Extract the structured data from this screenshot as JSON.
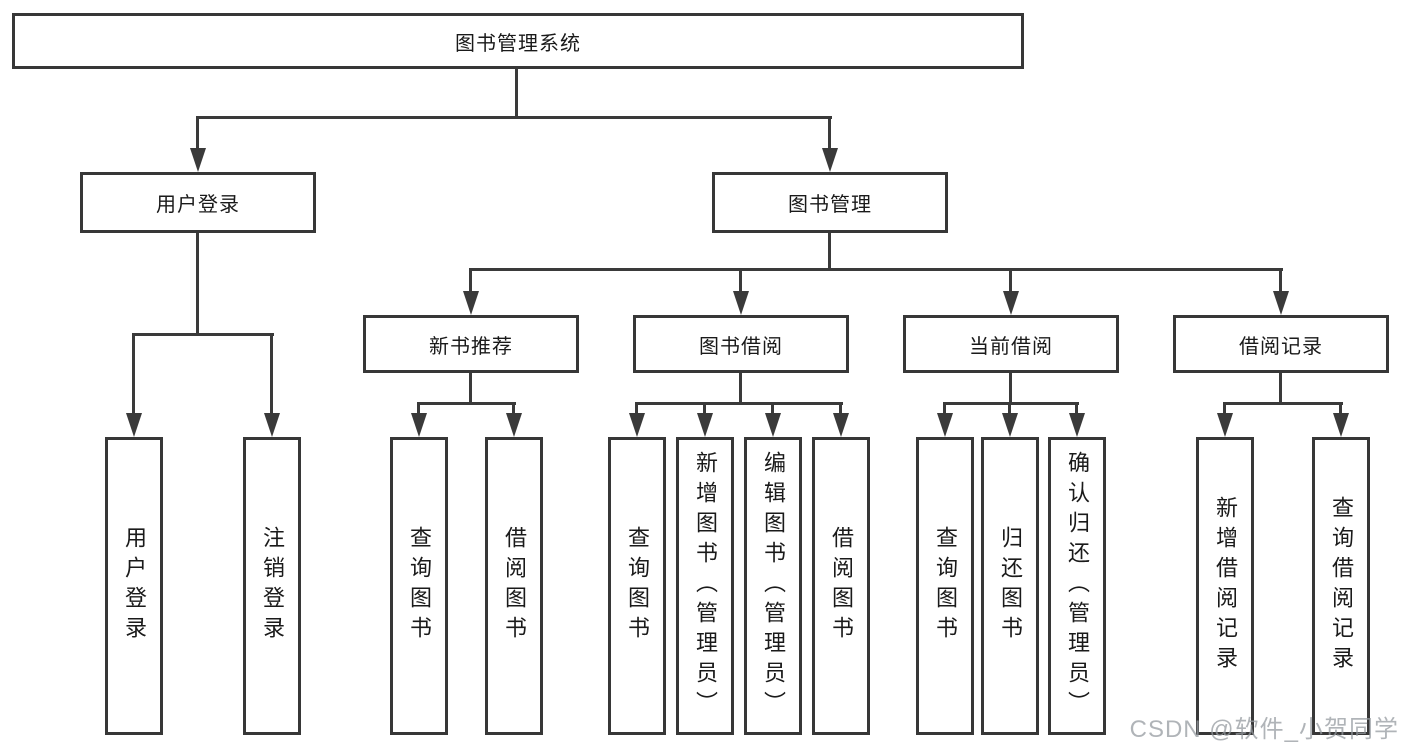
{
  "diagram": {
    "root": {
      "label": "图书管理系统"
    },
    "level2": {
      "user_login": {
        "label": "用户登录"
      },
      "book_management": {
        "label": "图书管理"
      }
    },
    "level3": {
      "new_book_recommend": {
        "label": "新书推荐"
      },
      "book_borrow": {
        "label": "图书借阅"
      },
      "current_borrow": {
        "label": "当前借阅"
      },
      "borrow_records": {
        "label": "借阅记录"
      }
    },
    "leaves": {
      "user_login": [
        "用户登录",
        "注销登录"
      ],
      "new_book_recommend": [
        "查询图书",
        "借阅图书"
      ],
      "book_borrow": [
        "查询图书",
        "新增图书（管理员）",
        "编辑图书（管理员）",
        "借阅图书"
      ],
      "current_borrow": [
        "查询图书",
        "归还图书",
        "确认归还（管理员）"
      ],
      "borrow_records": [
        "新增借阅记录",
        "查询借阅记录"
      ]
    },
    "watermark": "CSDN @软件_小贺同学",
    "colors": {
      "line": "#3a3a3a",
      "box_border": "#373737",
      "text": "#1a1a1a",
      "watermark": "#969ba0",
      "background": "#ffffff"
    }
  }
}
